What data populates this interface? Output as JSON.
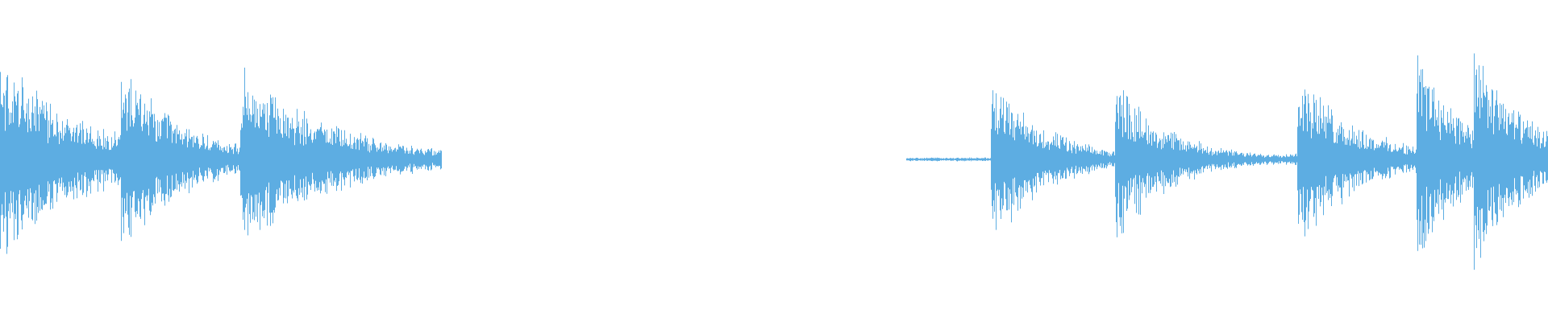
{
  "waveform": {
    "color": "#5DADE2",
    "background": "#FFFFFF",
    "amplitude_range": [
      -1,
      1
    ],
    "time_range": [
      0,
      1
    ],
    "silence": {
      "start": 0.285,
      "end": 0.585
    },
    "bursts": [
      {
        "onset": 0.0,
        "peak": 0.78,
        "decay": 0.06,
        "end": 0.285
      },
      {
        "onset": 0.078,
        "peak": 0.77,
        "decay": 0.04,
        "end": 0.285
      },
      {
        "onset": 0.155,
        "peak": 0.74,
        "decay": 0.06,
        "end": 0.285
      },
      {
        "onset": 0.64,
        "peak": 0.68,
        "decay": 0.035,
        "end": 1.0
      },
      {
        "onset": 0.72,
        "peak": 0.66,
        "decay": 0.035,
        "end": 1.0
      },
      {
        "onset": 0.838,
        "peak": 0.7,
        "decay": 0.04,
        "end": 1.0
      },
      {
        "onset": 0.915,
        "peak": 0.92,
        "decay": 0.03,
        "end": 1.0
      },
      {
        "onset": 0.952,
        "peak": 0.88,
        "decay": 0.035,
        "end": 1.0
      }
    ],
    "noise_floor": [
      {
        "start": 0.0,
        "end": 0.285,
        "level": 0.06
      },
      {
        "start": 0.585,
        "end": 0.64,
        "level": 0.015
      },
      {
        "start": 0.64,
        "end": 1.0,
        "level": 0.05
      }
    ]
  }
}
